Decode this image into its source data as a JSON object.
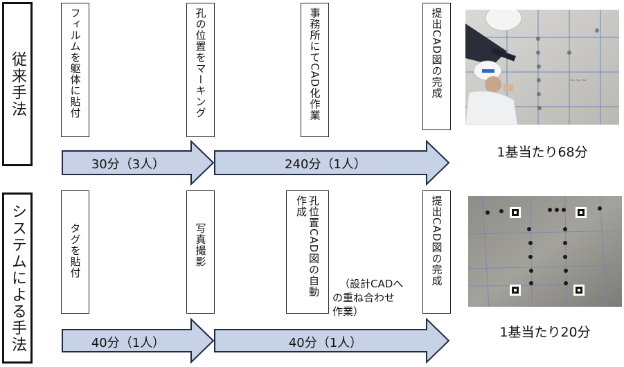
{
  "rows": {
    "conventional": {
      "label": "従来手法",
      "steps": [
        "フィルムを躯体に貼付",
        "孔の位置をマーキング",
        "事務所にてCAD化作業",
        "提出CAD図の完成"
      ],
      "arrow1": "30分（3人）",
      "arrow2": "240分（1人）",
      "result": "1基当たり68分"
    },
    "system": {
      "label": "システムによる手法",
      "steps": [
        "タグを貼付",
        "写真撮影",
        "孔位置CAD図の自動作成",
        "提出CAD図の完成"
      ],
      "arrow1": "40分（1人）",
      "arrow2": "40分（1人）",
      "note": "（設計CADへの重ね合わせ作業）",
      "note_lines": [
        "（設計CADへ",
        "の重ね合わせ",
        "作業）"
      ],
      "result": "1基当たり20分"
    }
  },
  "colors": {
    "arrow_fill": "#c7d2e6",
    "arrow_stroke": "#1f2a44"
  }
}
